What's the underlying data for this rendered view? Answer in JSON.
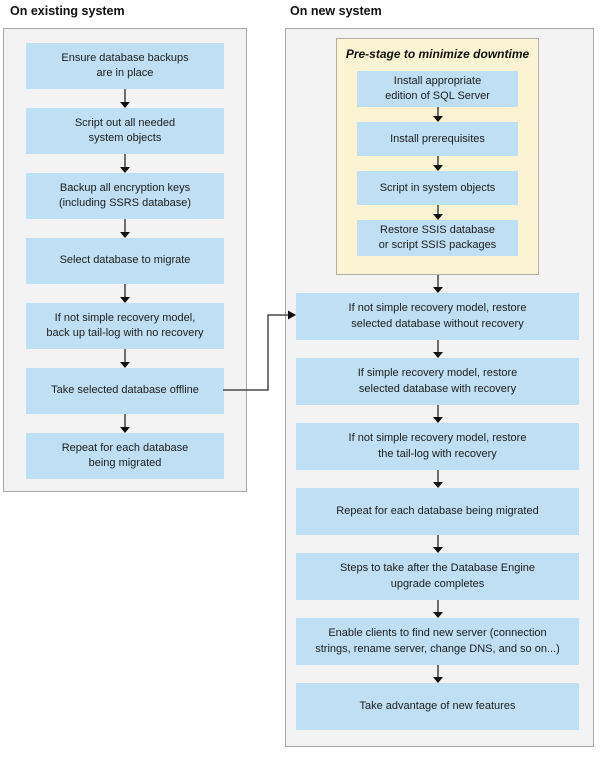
{
  "colors": {
    "box_blue": "#BEDFF4",
    "panel_gray": "#F3F3F3",
    "panel_border": "#A7A7A7",
    "prestage_yellow": "#FBF3D2",
    "prestage_border": "#B1AEA2",
    "arrow_shaft": "#6E6E6E",
    "arrow_head": "#111111",
    "connector": "#4A4A4A",
    "text": "#1D1D1D"
  },
  "existing_system": {
    "title": "On existing system",
    "steps": [
      "Ensure database backups\nare in place",
      "Script out all needed\nsystem objects",
      "Backup all encryption keys\n(including SSRS database)",
      "Select database to migrate",
      "If not simple recovery model,\nback up tail-log with no recovery",
      "Take selected database offline",
      "Repeat for each database\nbeing migrated"
    ]
  },
  "new_system": {
    "title": "On new system",
    "prestage": {
      "title": "Pre-stage to minimize downtime",
      "steps": [
        "Install appropriate\nedition of SQL Server",
        "Install prerequisites",
        "Script in system objects",
        "Restore SSIS database\nor script SSIS packages"
      ]
    },
    "steps": [
      "If not simple recovery model, restore\nselected database without recovery",
      "If simple recovery model, restore\nselected database with recovery",
      "If not simple recovery model, restore\nthe tail-log with recovery",
      "Repeat for each database being migrated",
      "Steps to take after the Database Engine\nupgrade completes",
      "Enable clients to find new server (connection\nstrings, rename server, change DNS, and so on...)",
      "Take advantage of new features"
    ]
  },
  "connector": {
    "from": "Take selected database offline",
    "to": "If not simple recovery model, restore selected database without recovery"
  }
}
